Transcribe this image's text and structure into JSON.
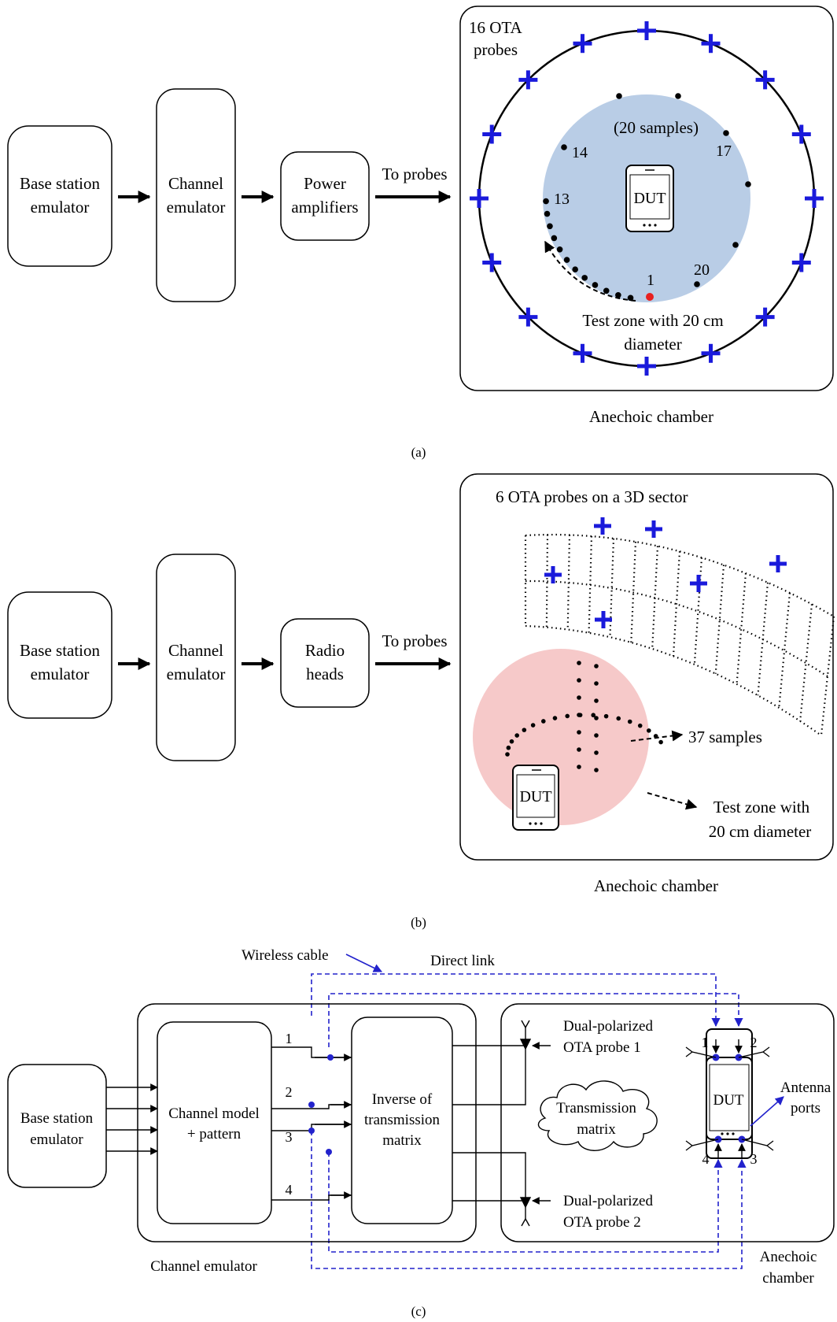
{
  "panel_a": {
    "blocks": {
      "bs_line1": "Base station",
      "bs_line2": "emulator",
      "ce_line1": "Channel",
      "ce_line2": "emulator",
      "pa_line1": "Power",
      "pa_line2": "amplifiers"
    },
    "to_probes": "To probes",
    "probes_line1": "16 OTA",
    "probes_line2": "probes",
    "samples": "(20 samples)",
    "dut": "DUT",
    "sample_labels": {
      "s14": "14",
      "s17": "17",
      "s13": "13",
      "s1": "1",
      "s20": "20"
    },
    "test_zone_line1": "Test zone with 20 cm",
    "test_zone_line2": "diameter",
    "chamber": "Anechoic chamber",
    "caption": "(a)"
  },
  "panel_b": {
    "blocks": {
      "bs_line1": "Base station",
      "bs_line2": "emulator",
      "ce_line1": "Channel",
      "ce_line2": "emulator",
      "rh_line1": "Radio",
      "rh_line2": "heads"
    },
    "to_probes": "To probes",
    "probes_title": "6 OTA probes on a 3D sector",
    "samples": "37 samples",
    "dut": "DUT",
    "test_zone_line1": "Test zone with",
    "test_zone_line2": "20 cm diameter",
    "chamber": "Anechoic chamber",
    "caption": "(b)"
  },
  "panel_c": {
    "wireless_cable": "Wireless cable",
    "direct_link": "Direct link",
    "bs_line1": "Base station",
    "bs_line2": "emulator",
    "cm_line1": "Channel model",
    "cm_line2": "+ pattern",
    "inv_line1": "Inverse of",
    "inv_line2": "transmission",
    "inv_line3": "matrix",
    "ports": {
      "p1": "1",
      "p2": "2",
      "p3": "3",
      "p4": "4"
    },
    "probe1_line1": "Dual-polarized",
    "probe1_line2": "OTA probe 1",
    "probe2_line1": "Dual-polarized",
    "probe2_line2": "OTA probe 2",
    "tm_line1": "Transmission",
    "tm_line2": "matrix",
    "dut": "DUT",
    "dut_ports": {
      "p1": "1",
      "p2": "2",
      "p3": "3",
      "p4": "4"
    },
    "antenna_line1": "Antenna",
    "antenna_line2": "ports",
    "channel_emulator": "Channel emulator",
    "chamber_line1": "Anechoic",
    "chamber_line2": "chamber",
    "caption": "(c)"
  },
  "colors": {
    "probe": "#1a1adb",
    "test_zone_a": "#b9cde6",
    "test_zone_b": "#f6c9c9",
    "cable": "#2222cc",
    "red_sample": "#e82020"
  }
}
